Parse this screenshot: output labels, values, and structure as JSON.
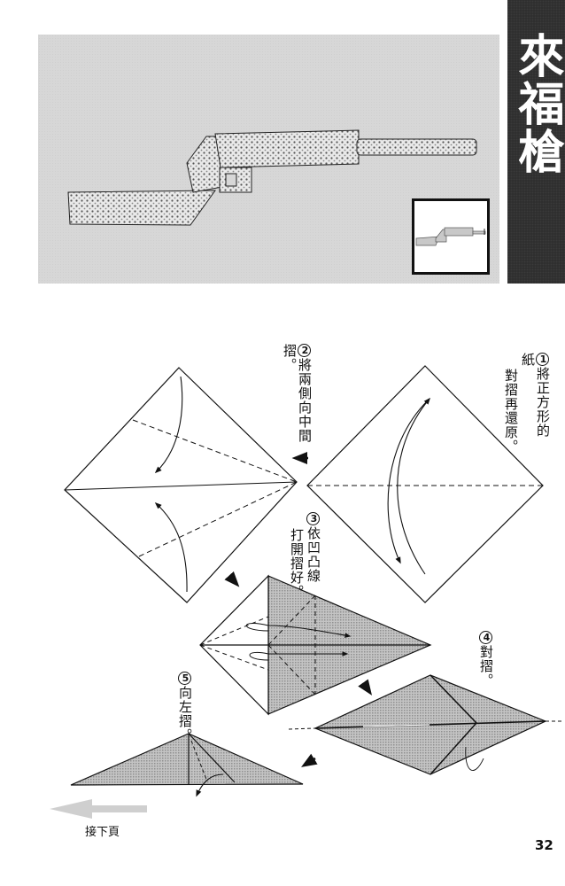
{
  "header": {
    "title": "來福槍"
  },
  "photo": {
    "subject": "origami-rifle-photo",
    "thumbnail": "rifle-diagram-thumbnail"
  },
  "steps": [
    {
      "number": "1",
      "line1": "將正方形的紙",
      "line2": "對摺再還原。"
    },
    {
      "number": "2",
      "line1": "將兩側向中間摺。",
      "line2": ""
    },
    {
      "number": "3",
      "line1": "依凹凸線",
      "line2": "打開摺好。"
    },
    {
      "number": "4",
      "line1": "對摺。",
      "line2": ""
    },
    {
      "number": "5",
      "line1": "向左摺。",
      "line2": ""
    }
  ],
  "footer": {
    "next_page_label": "接下頁",
    "page_number": "32"
  },
  "colors": {
    "title_bar": "#2f2f2f",
    "photo_bg": "#d7d7d7",
    "paper_shade": "#b4b4b4",
    "arrow_next": "#cccccc"
  }
}
